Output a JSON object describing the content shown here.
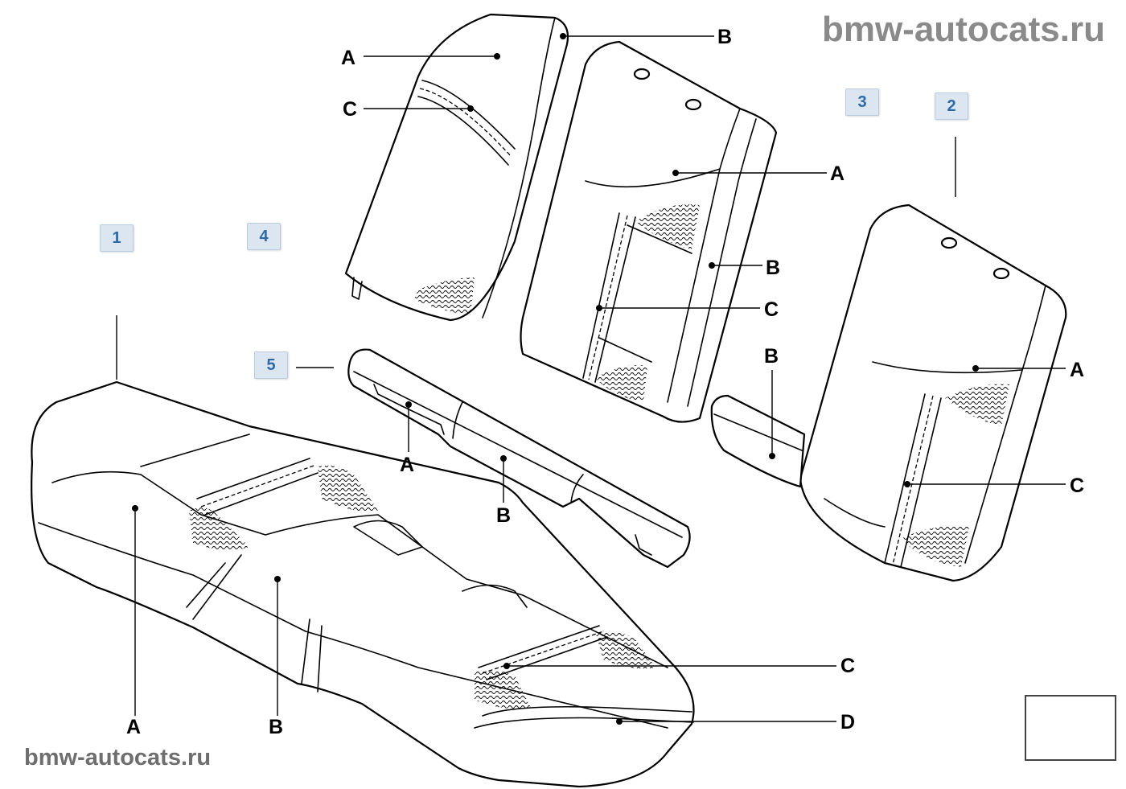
{
  "watermark": {
    "top": "bmw-autocats.ru",
    "bottom": "bmw-autocats.ru"
  },
  "callouts": [
    {
      "id": "1",
      "label": "1"
    },
    {
      "id": "2",
      "label": "2"
    },
    {
      "id": "3",
      "label": "3"
    },
    {
      "id": "4",
      "label": "4"
    },
    {
      "id": "5",
      "label": "5"
    }
  ],
  "part_labels": {
    "backrest_left": {
      "a": "A",
      "b": "B",
      "c": "C"
    },
    "backrest_center": {
      "a": "A",
      "b": "B",
      "c": "C"
    },
    "backrest_right": {
      "a": "A",
      "b": "B",
      "c": "C"
    },
    "side_bolster": {
      "a": "A",
      "b": "B"
    },
    "seat_cushion": {
      "a": "A",
      "b": "B",
      "c": "C",
      "d": "D"
    }
  },
  "nav": {
    "icon": "car-front-arrow-icon"
  }
}
